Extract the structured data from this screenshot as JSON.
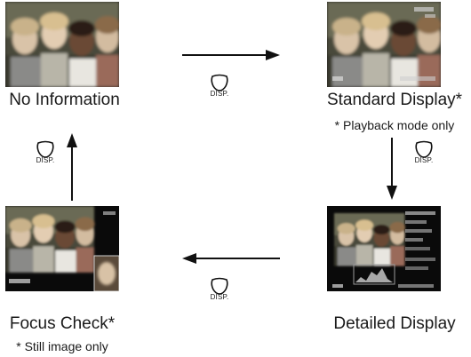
{
  "modes": {
    "no_info": {
      "label": "No Information"
    },
    "standard": {
      "label": "Standard Display*",
      "note": "* Playback mode only"
    },
    "detailed": {
      "label": "Detailed Display"
    },
    "focus": {
      "label": "Focus Check*",
      "note": "* Still image only"
    }
  },
  "button": {
    "label": "DISP."
  },
  "colors": {
    "photo_bg": "#2a2824",
    "arrow": "#111111",
    "text": "#1a1a1a"
  }
}
